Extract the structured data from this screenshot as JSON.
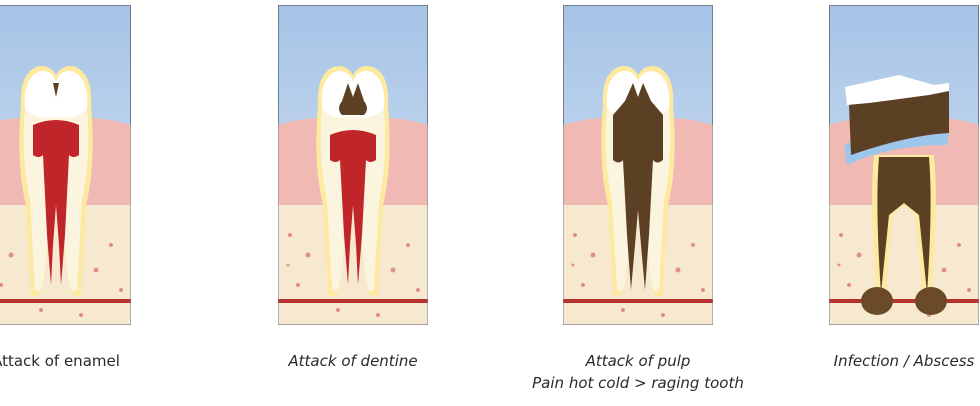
{
  "stages": [
    {
      "caption": "Attack of enamel"
    },
    {
      "caption": "Attack of dentine"
    },
    {
      "caption": "Attack of pulp",
      "caption_line2": "Pain hot cold > raging tooth"
    },
    {
      "caption": "Infection / Abscess"
    }
  ],
  "colors": {
    "sky_top": "#a6c3e6",
    "sky_bottom": "#d7e6f4",
    "gum": "#f1b9b3",
    "bone": "#f6e9d0",
    "bone_spots": "#e28f8a",
    "enamel": "#ffffff",
    "dentine": "#fbf4df",
    "pulp": "#c0252a",
    "decay": "#5c4024",
    "nerve": "#b83230",
    "frame": "#6f7f8f"
  }
}
